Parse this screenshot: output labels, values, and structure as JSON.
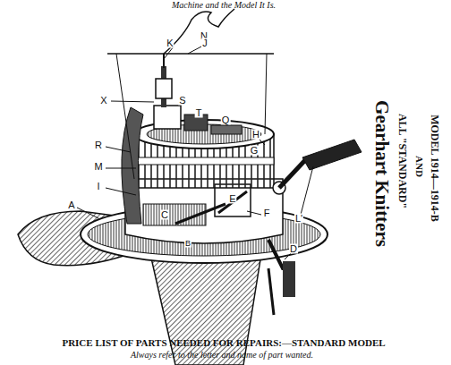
{
  "diagram": {
    "labels": [
      "Machine and the Model It Is.",
      "N",
      "K",
      "J",
      "X",
      "S",
      "T",
      "Q",
      "R",
      "H",
      "G",
      "M",
      "I",
      "A",
      "C",
      "E",
      "F",
      "L'",
      "D",
      "B",
      "MODEL 1914—1914-B",
      "AND",
      "ALL \"STANDARD\"",
      "Gearhart Knitters",
      "PRICE LIST OF PARTS NEEDED FOR REPAIRS:—STANDARD MODEL",
      "Always refer to the letter and name of part wanted."
    ]
  }
}
